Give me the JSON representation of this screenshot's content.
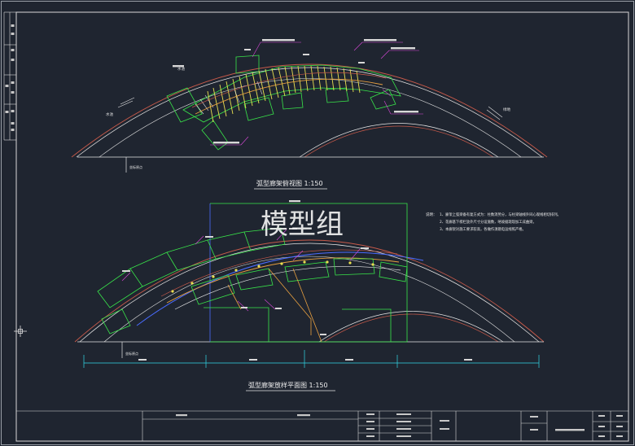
{
  "drawing": {
    "top_view_title": "弧型廊架俯视图  1:150",
    "plan_title": "弧型廊架放样平面图  1:150",
    "watermark": "模型组",
    "notes_label": "说明：",
    "notes": [
      "1、廊架上弧梁备有复方式为：柱数消势分，与柱梁轴线外同心观线相切排列。",
      "2、花廊基下楞栏放外尺寸分设施数，咯坡据现现加工成曲梁。",
      "3、本廊架对施工要求较高，各做作须跳电运线照产格。"
    ],
    "left_label": "水池",
    "right_label": "绿地",
    "top_center_label": "水池",
    "datum_label_1": "坐标原点",
    "datum_label_2": "坐标原点"
  },
  "colors": {
    "background": "#1f2530",
    "frame": "#d8d8d8",
    "arc_red": "#c85a4a",
    "arc_white": "#e6e6e6",
    "structure_green": "#39e64a",
    "highlight_yellow": "#e8e050",
    "callout_magenta": "#d848d8",
    "dimension_cyan": "#32d8e8",
    "beam_orange": "#e8a040",
    "axis_blue": "#4a6cff"
  }
}
